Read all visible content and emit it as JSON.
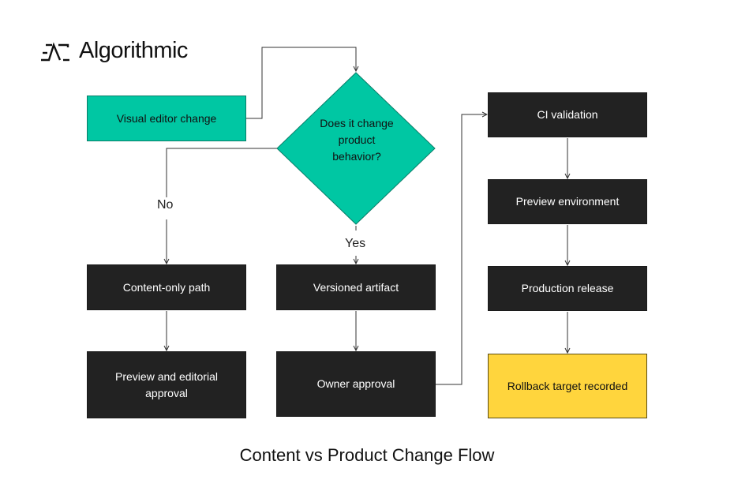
{
  "brand": {
    "name": "Algorithmic",
    "logo_icon": "algorithmic-logo-icon"
  },
  "title": "Content vs Product Change Flow",
  "colors": {
    "teal": "#00c7a3",
    "dark": "#222222",
    "yellow": "#ffd53d"
  },
  "nodes": {
    "visual_editor": "Visual editor change",
    "decision": "Does it change product behavior?",
    "content_only": "Content-only path",
    "preview_editorial": "Preview and editorial approval",
    "versioned_artifact": "Versioned artifact",
    "owner_approval": "Owner approval",
    "ci_validation": "CI validation",
    "preview_env": "Preview environment",
    "production_release": "Production release",
    "rollback": "Rollback target recorded"
  },
  "edge_labels": {
    "no": "No",
    "yes": "Yes"
  }
}
